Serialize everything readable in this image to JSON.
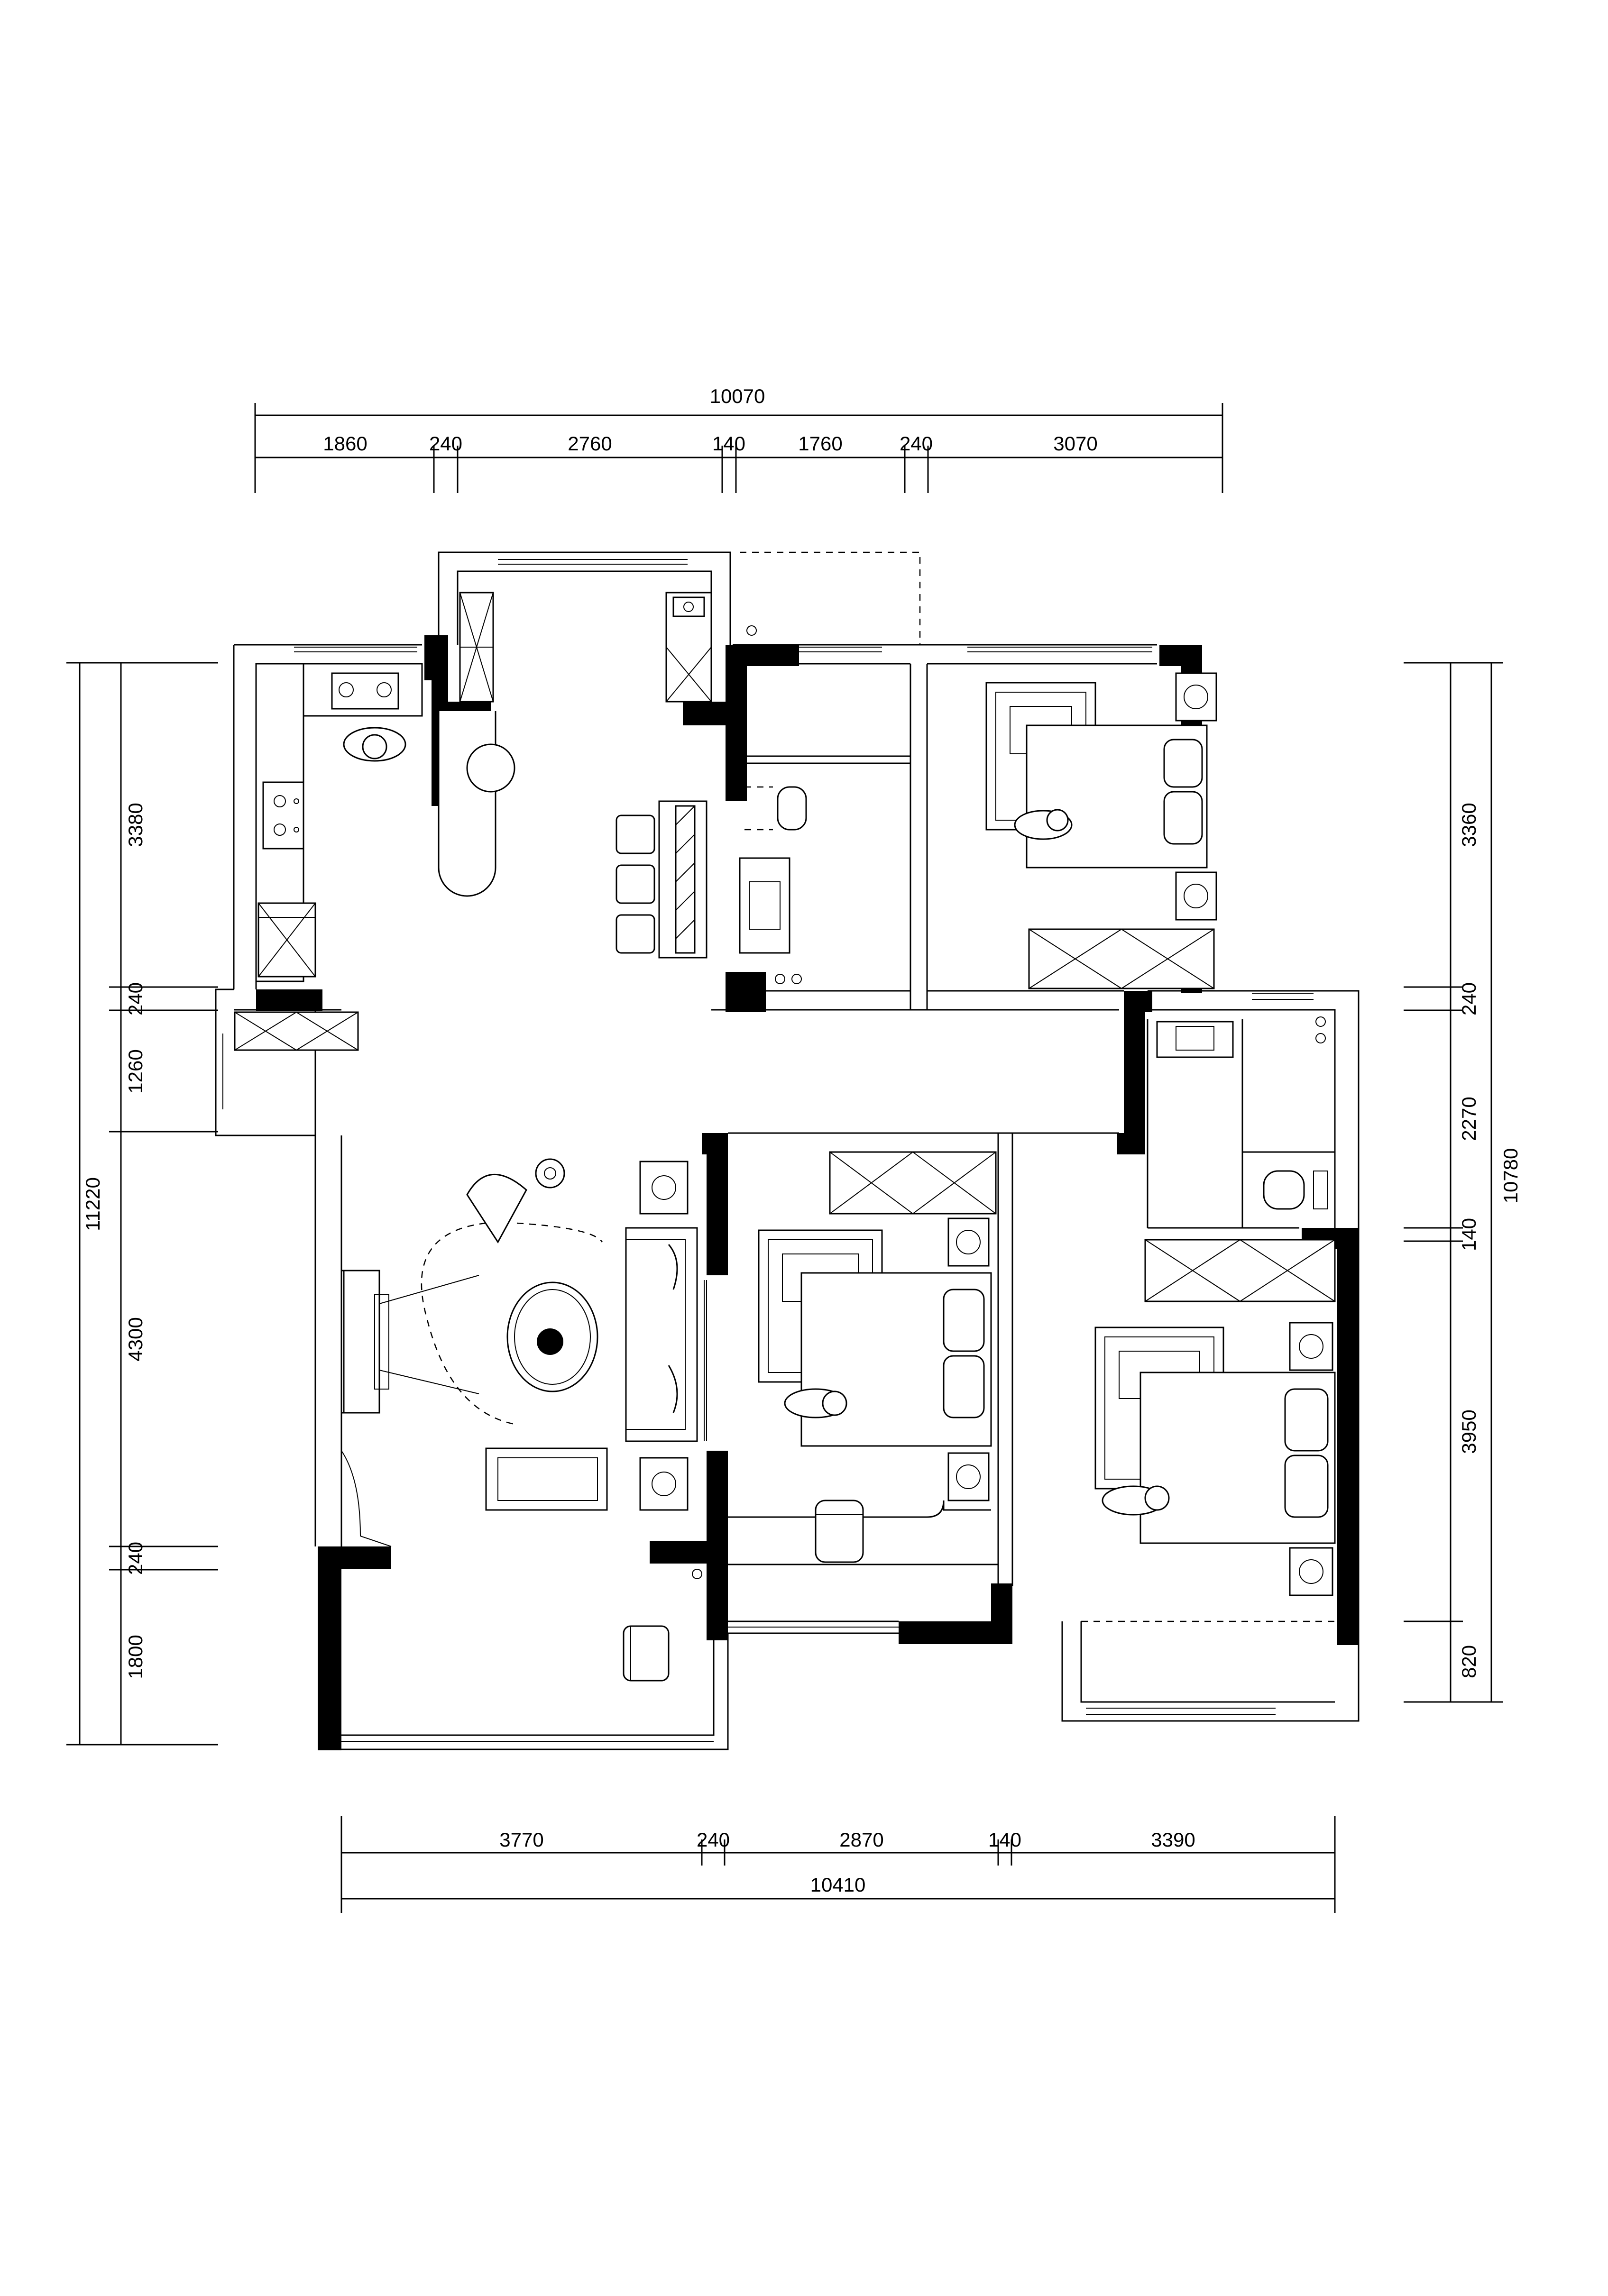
{
  "dimensions": {
    "top_total": "10070",
    "top_segments": [
      "1860",
      "240",
      "2760",
      "140",
      "1760",
      "240",
      "3070"
    ],
    "bottom_total": "10410",
    "bottom_segments": [
      "3770",
      "240",
      "2870",
      "140",
      "3390"
    ],
    "left_total": "11220",
    "left_segments": [
      "3380",
      "240",
      "1260",
      "4300",
      "240",
      "1800"
    ],
    "right_total": "10780",
    "right_segments": [
      "3360",
      "240",
      "2270",
      "140",
      "3950",
      "820"
    ]
  },
  "colors": {
    "line": "#000000",
    "background": "#ffffff"
  }
}
